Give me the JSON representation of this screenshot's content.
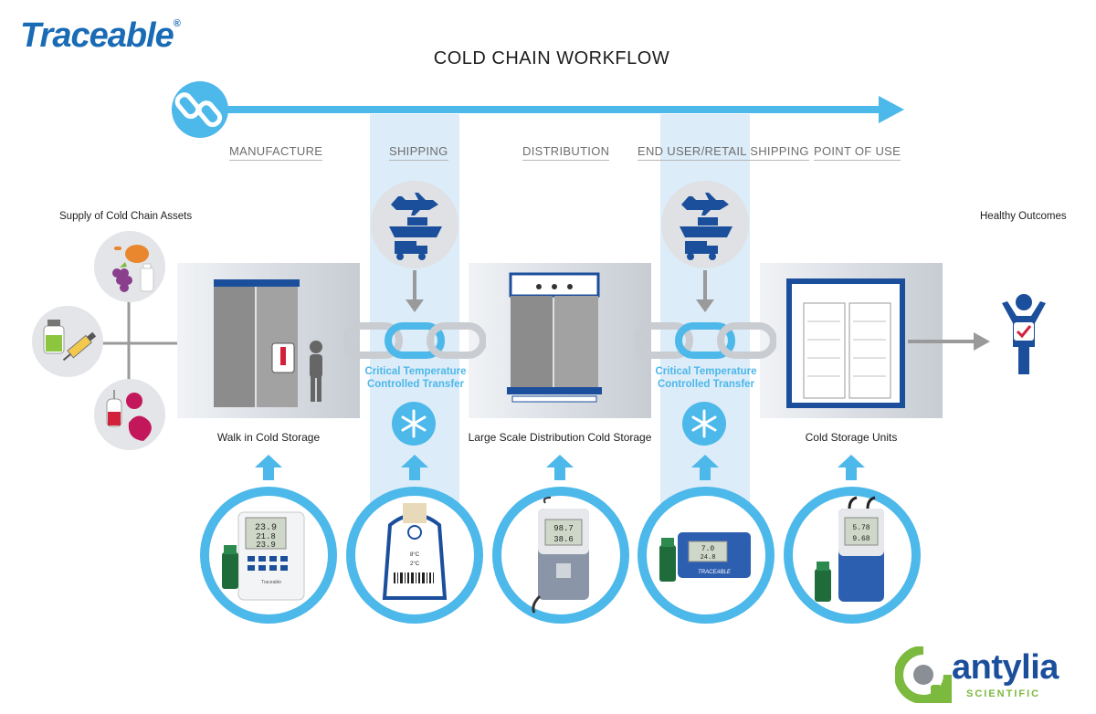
{
  "brand": {
    "logo_text": "Traceable",
    "registered": "®"
  },
  "title": "COLD CHAIN WORKFLOW",
  "stages": [
    {
      "label": "MANUFACTURE"
    },
    {
      "label": "SHIPPING"
    },
    {
      "label": "DISTRIBUTION"
    },
    {
      "label": "END USER/RETAIL SHIPPING"
    },
    {
      "label": "POINT OF USE"
    }
  ],
  "supply_label": "Supply of Cold Chain Assets",
  "outcome_label": "Healthy Outcomes",
  "storage": [
    {
      "caption": "Walk in Cold Storage"
    },
    {
      "caption": "Large Scale Distribution Cold Storage"
    },
    {
      "caption": "Cold Storage Units"
    }
  ],
  "transfers": [
    {
      "line1": "Critical Temperature",
      "line2": "Controlled Transfer"
    },
    {
      "line1": "Critical Temperature",
      "line2": "Controlled Transfer"
    }
  ],
  "devices": [
    {
      "display_1": "23.9",
      "display_2": "21.8",
      "display_3": "23.9",
      "brand": "Traceable",
      "icon": "dual-probe-thermometer"
    },
    {
      "display_1": "8°C",
      "display_2": "2°C",
      "icon": "single-use-shipping-logger"
    },
    {
      "display_1": "98.7",
      "display_2": "38.6",
      "icon": "data-logger-thermometer"
    },
    {
      "display_1": "7.0",
      "display_2": "24.8",
      "brand": "TRACEABLE",
      "icon": "wifi-data-logger"
    },
    {
      "display_1": "5.78",
      "display_2": "9.68",
      "icon": "dual-probe-logger"
    }
  ],
  "company": {
    "name": "antylia",
    "sub": "SCIENTIFIC"
  },
  "colors": {
    "brand_blue": "#1a6bb5",
    "accent": "#4db8ea",
    "band": "#dcecf8",
    "green": "#7bb93f",
    "navy": "#1b4f9c"
  }
}
